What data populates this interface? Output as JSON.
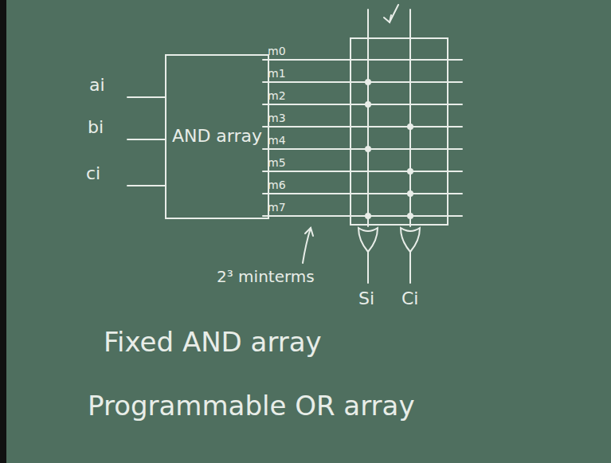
{
  "diagram": {
    "nodes": [
      {
        "text": [
          "AND array"
        ]
      }
    ],
    "labels": [
      "ai",
      "bi",
      "ci",
      "m0",
      "m1",
      "m2",
      "m3",
      "m4",
      "m5",
      "m6",
      "m7",
      "2³ minterms",
      "Si",
      "Ci",
      "Fixed AND array",
      "Programmable OR array"
    ]
  }
}
